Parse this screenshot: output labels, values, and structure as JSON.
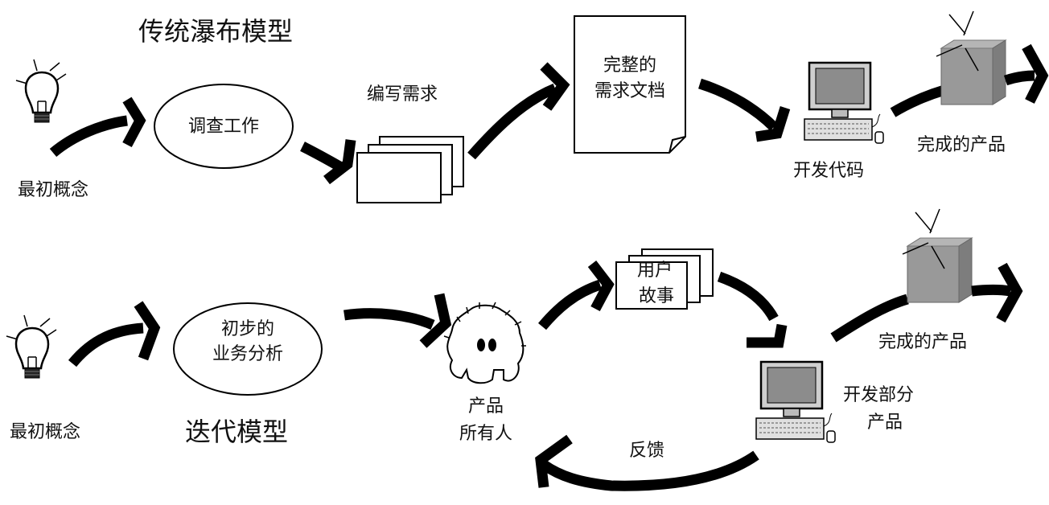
{
  "waterfall": {
    "title": "传统瀑布模型",
    "idea_label": "最初概念",
    "survey_label": "调查工作",
    "write_req_label": "编写需求",
    "full_doc_line1": "完整的",
    "full_doc_line2": "需求文档",
    "dev_code_label": "开发代码",
    "product_label": "完成的产品"
  },
  "iterative": {
    "title": "迭代模型",
    "idea_label": "最初概念",
    "analysis_line1": "初步的",
    "analysis_line2": "业务分析",
    "owner_line1": "产品",
    "owner_line2": "所有人",
    "story_line1": "用户",
    "story_line2": "故事",
    "dev_partial_line1": "开发部分",
    "dev_partial_line2": "产品",
    "product_label": "完成的产品",
    "feedback_label": "反馈"
  },
  "icons": [
    "lightbulb-icon",
    "document-stack-icon",
    "document-icon",
    "computer-icon",
    "product-box-icon",
    "product-owner-monster-icon"
  ]
}
